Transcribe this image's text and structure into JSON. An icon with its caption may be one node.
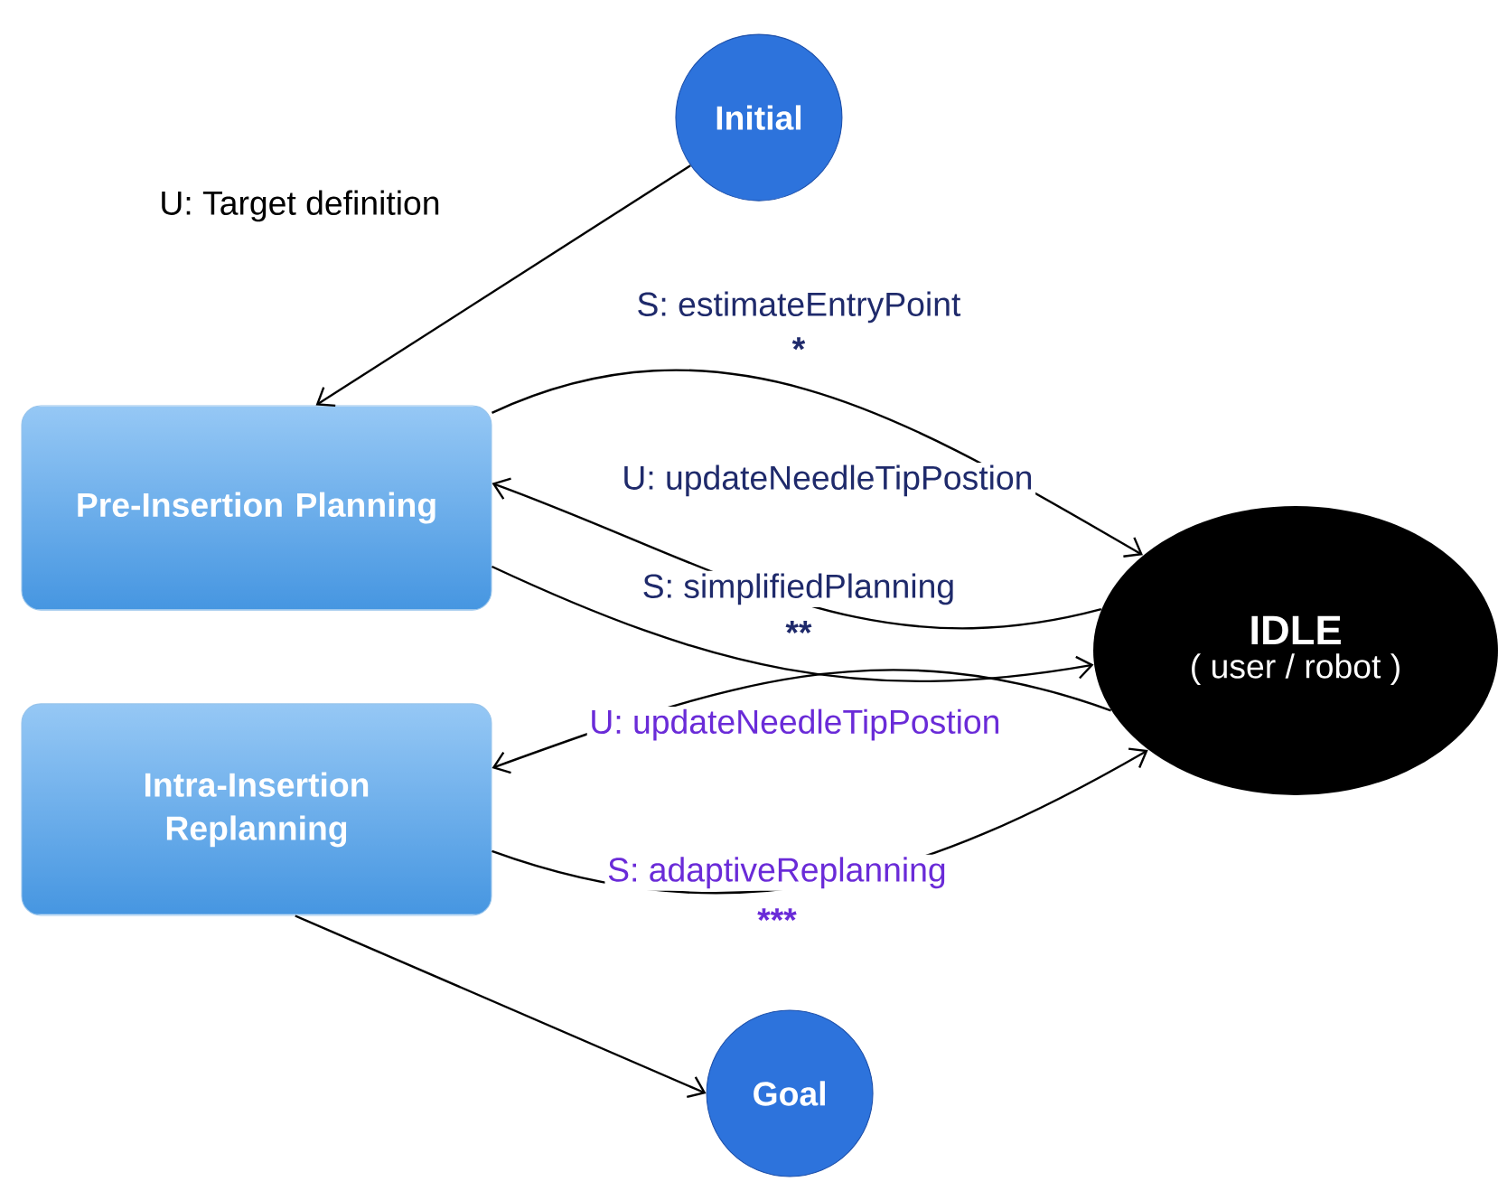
{
  "diagram": {
    "nodes": [
      {
        "text": [
          "Initial"
        ]
      },
      {
        "text": [
          "Pre-Insertion Planning"
        ]
      },
      {
        "text": [
          "Intra-Insertion Replanning"
        ]
      },
      {
        "text": [
          "IDLE",
          "( user / robot )"
        ]
      },
      {
        "text": [
          "Goal"
        ]
      }
    ],
    "edges": [
      {
        "from": 0,
        "to": 1,
        "arrow": "to",
        "label": "U: Target definition"
      },
      {
        "from": 1,
        "to": 3,
        "arrow": "to",
        "label": "S: estimateEntryPoint"
      },
      {
        "from": 3,
        "to": 1,
        "arrow": "to",
        "label": "U: updateNeedleTipPostion"
      },
      {
        "from": 1,
        "to": 3,
        "arrow": "to",
        "label": "S: simplifiedPlanning"
      },
      {
        "from": 3,
        "to": 2,
        "arrow": "to",
        "label": "U: updateNeedleTipPostion"
      },
      {
        "from": 2,
        "to": 3,
        "arrow": "to",
        "label": "S: adaptiveReplanning"
      },
      {
        "from": 2,
        "to": 4,
        "arrow": "to"
      }
    ],
    "labels": [
      "*",
      "**",
      "***"
    ]
  }
}
